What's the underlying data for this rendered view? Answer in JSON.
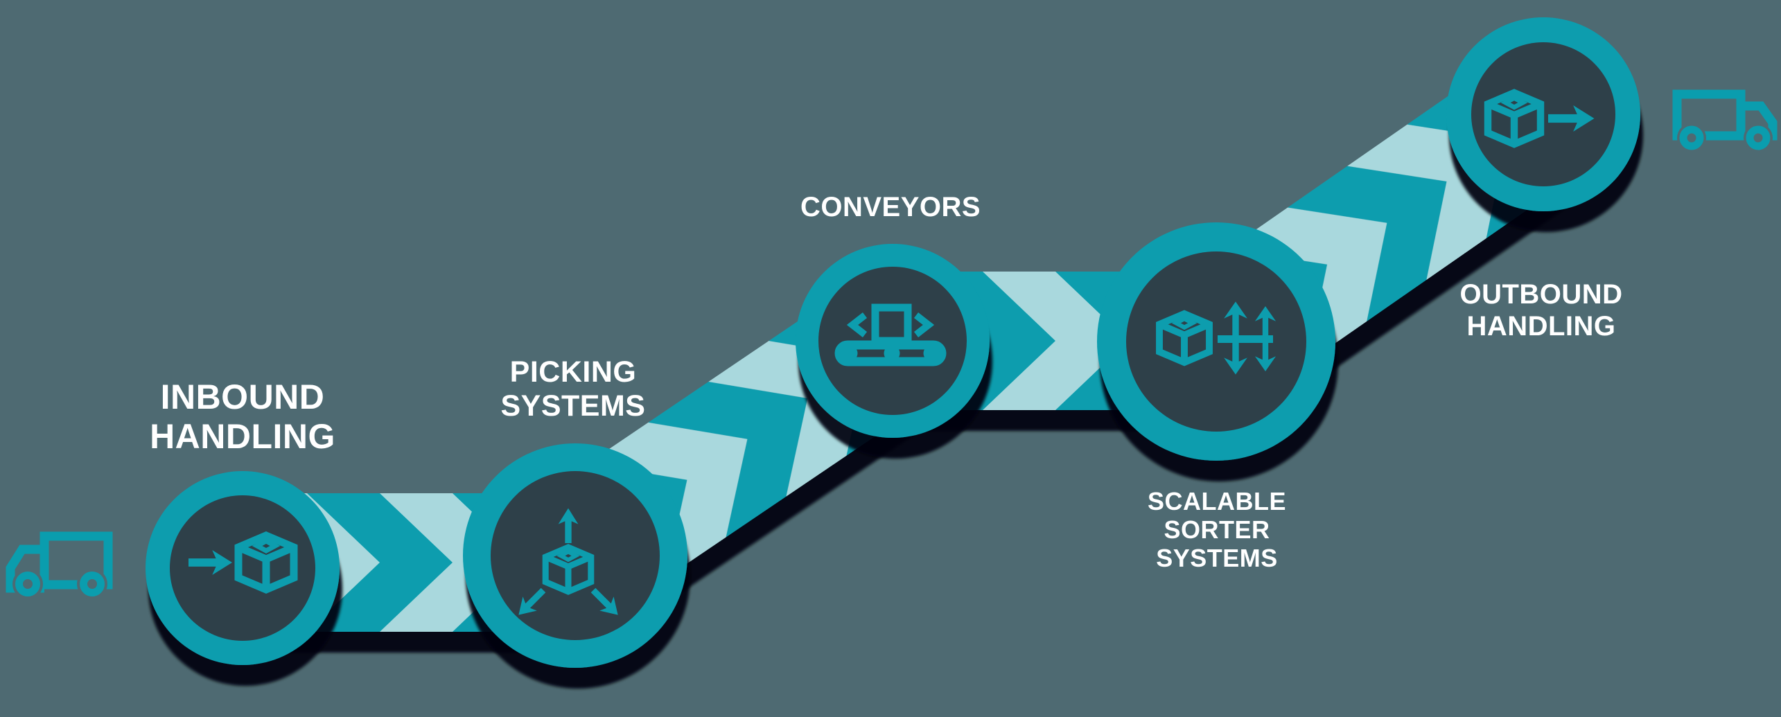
{
  "diagram": {
    "type": "process-flow",
    "stages": [
      {
        "id": "inbound-handling",
        "label_lines": [
          "INBOUND",
          "HANDLING"
        ],
        "icon": "box-arrow-in-icon"
      },
      {
        "id": "picking-systems",
        "label_lines": [
          "PICKING",
          "SYSTEMS"
        ],
        "icon": "box-dispatch-icon"
      },
      {
        "id": "conveyors",
        "label_lines": [
          "CONVEYORS"
        ],
        "icon": "conveyor-belt-icon"
      },
      {
        "id": "scalable-sorter-systems",
        "label_lines": [
          "SCALABLE",
          "SORTER",
          "SYSTEMS"
        ],
        "icon": "cube-multi-direction-icon"
      },
      {
        "id": "outbound-handling",
        "label_lines": [
          "OUTBOUND",
          "HANDLING"
        ],
        "icon": "box-arrow-out-icon"
      }
    ],
    "trucks": [
      {
        "id": "inbound-truck",
        "facing": "left"
      },
      {
        "id": "outbound-truck",
        "facing": "right"
      }
    ],
    "colors": {
      "background": "#4e6a72",
      "teal": "#0a9dae",
      "light_teal": "#a9d8dd",
      "node_fill": "#2e3f4a",
      "shadow": "#020608",
      "label_text": "#ffffff"
    }
  }
}
